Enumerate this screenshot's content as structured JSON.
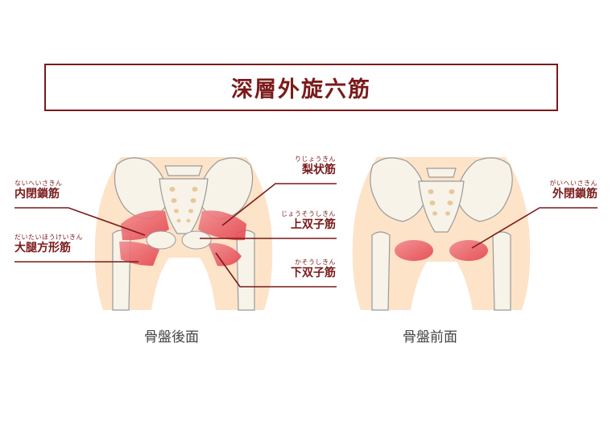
{
  "title": "深層外旋六筋",
  "labels": {
    "piriformis": {
      "furigana": "りじょうきん",
      "name": "梨状筋"
    },
    "obturator_internus": {
      "furigana": "ないへいさきん",
      "name": "内閉鎖筋"
    },
    "gemellus_superior": {
      "furigana": "じょうそうしきん",
      "name": "上双子筋"
    },
    "quadratus_femoris": {
      "furigana": "だいたいほうけいきん",
      "name": "大腿方形筋"
    },
    "gemellus_inferior": {
      "furigana": "かそうしきん",
      "name": "下双子筋"
    },
    "obturator_externus": {
      "furigana": "がいへいさきん",
      "name": "外閉鎖筋"
    }
  },
  "captions": {
    "posterior": "骨盤後面",
    "anterior": "骨盤前面"
  },
  "colors": {
    "accent": "#7a1a1a",
    "skin": "#fde3c8",
    "bone": "#f7f3e8",
    "muscle": "#e8565e"
  }
}
